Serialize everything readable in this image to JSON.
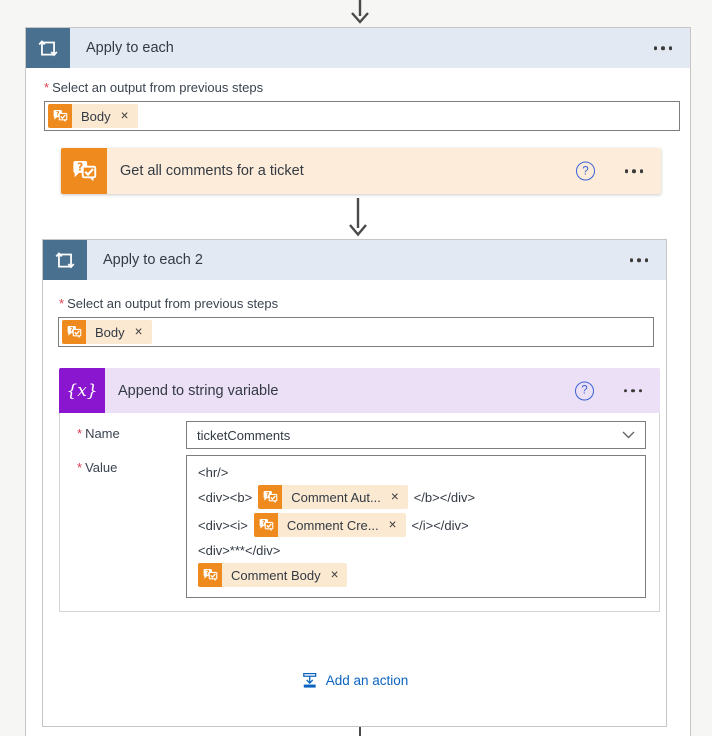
{
  "glyphs": {
    "required": "*",
    "help": "?",
    "close": "×"
  },
  "scope1": {
    "title": "Apply to each",
    "field_label": "Select an output from previous steps",
    "chip": "Body"
  },
  "ticket_card": {
    "title": "Get all comments for a ticket"
  },
  "scope2": {
    "title": "Apply to each 2",
    "field_label": "Select an output from previous steps",
    "chip": "Body"
  },
  "append_card": {
    "title": "Append to string variable",
    "icon_glyph": "{x}",
    "name": {
      "label": "Name",
      "value": "ticketComments"
    },
    "value": {
      "label": "Value",
      "line1": "<hr/>",
      "line2": {
        "pre": "<div><b>",
        "chip": "Comment Aut...",
        "post": "</b></div>"
      },
      "line3": {
        "pre": "<div><i>",
        "chip": "Comment Cre...",
        "post": "</i></div>"
      },
      "line4": "<div>***</div>",
      "line5": {
        "chip": "Comment Body"
      }
    }
  },
  "footer": {
    "add_action": "Add an action"
  },
  "colors": {
    "scope_header_bg": "#e3e9f2",
    "scope_icon_blue": "#4a7090",
    "connector_orange": "#ef8a1e",
    "connector_orange_bg": "#fcecd9",
    "token_chip_bg": "#fbe9d1",
    "variable_purple": "#8b16cf",
    "variable_purple_bg": "#ece0f6",
    "link_blue": "#0b64c0",
    "help_blue": "#3a62d6",
    "required_red": "#dd3c4d",
    "arrow_gray": "#4a4a4a"
  }
}
